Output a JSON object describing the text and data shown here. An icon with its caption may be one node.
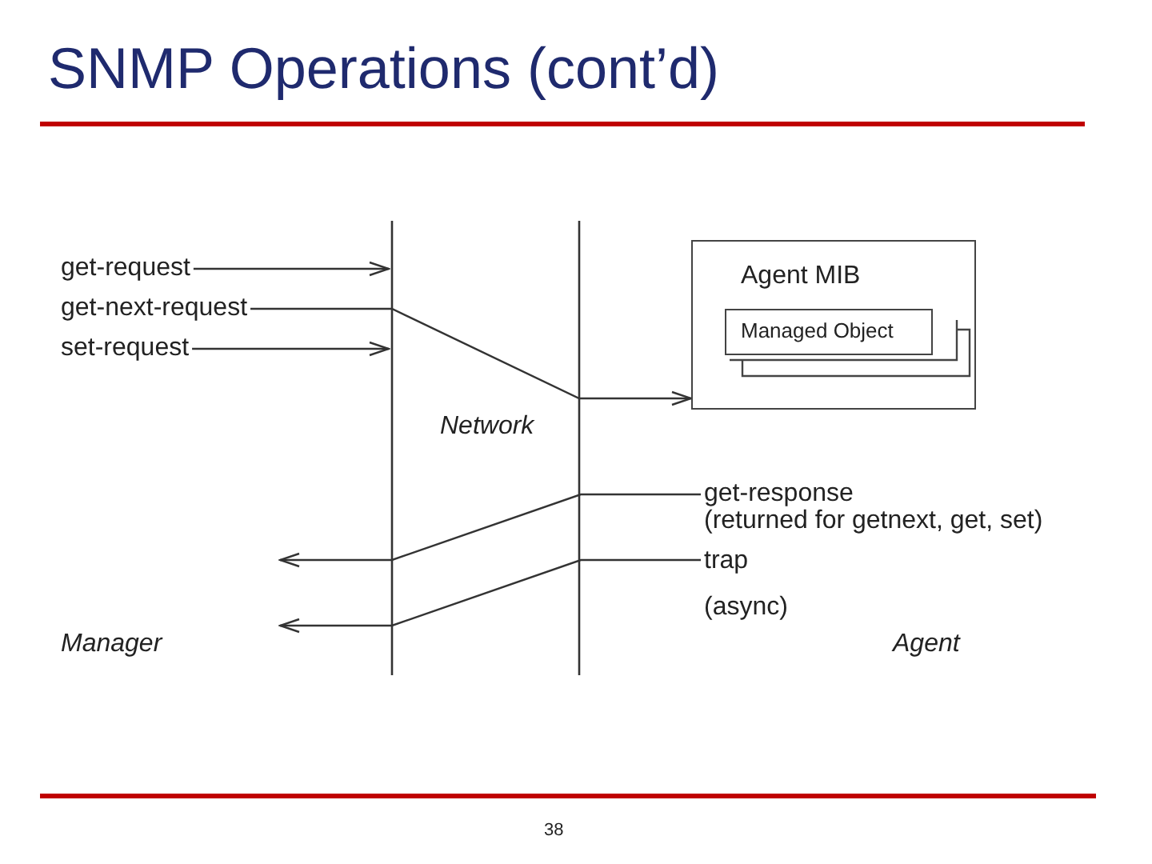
{
  "diagram": {
    "title": "SNMP Operations (cont’d)",
    "nodes": [
      {
        "text": [
          "get-request"
        ]
      },
      {
        "text": [
          "get-next-request"
        ]
      },
      {
        "text": [
          "set-request"
        ]
      },
      {
        "text": [
          "Agent MIB"
        ]
      },
      {
        "text": [
          "Managed Object"
        ],
        "in": 3
      },
      {
        "text": [
          "get-response",
          "(returned for getnext, get, set)"
        ]
      },
      {
        "text": [
          "trap"
        ]
      }
    ],
    "edges": [
      {
        "from": 0,
        "to": null,
        "arrow": "to"
      },
      {
        "from": 1,
        "to": 3,
        "arrow": "to"
      },
      {
        "from": 2,
        "to": null,
        "arrow": "to"
      },
      {
        "from": 5,
        "to": null,
        "arrow": "to"
      },
      {
        "from": 6,
        "to": null,
        "arrow": "to"
      }
    ],
    "labels": [
      "Network",
      "(async)",
      "Manager",
      "Agent",
      "38"
    ]
  }
}
